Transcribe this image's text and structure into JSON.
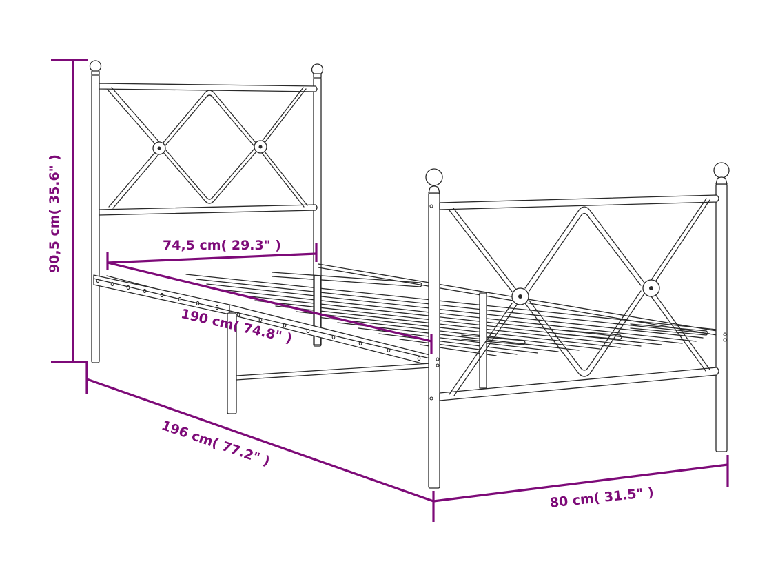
{
  "diagram": {
    "subject": "Metal single bed frame with headboard and footboard",
    "colors": {
      "background": "#ffffff",
      "frame_stroke": "#2a2a2a",
      "dimension": "#7d0a78"
    },
    "dimensions": {
      "height": {
        "label": "90,5 cm( 35.6\" )",
        "cm": 90.5,
        "inch": 35.6
      },
      "headboard_width": {
        "label": "74,5 cm( 29.3\" )",
        "cm": 74.5,
        "inch": 29.3
      },
      "mattress_length": {
        "label": "190 cm( 74.8\" )",
        "cm": 190,
        "inch": 74.8
      },
      "total_length": {
        "label": "196 cm( 77.2\" )",
        "cm": 196,
        "inch": 77.2
      },
      "total_width": {
        "label": "80 cm( 31.5\" )",
        "cm": 80,
        "inch": 31.5
      }
    }
  }
}
